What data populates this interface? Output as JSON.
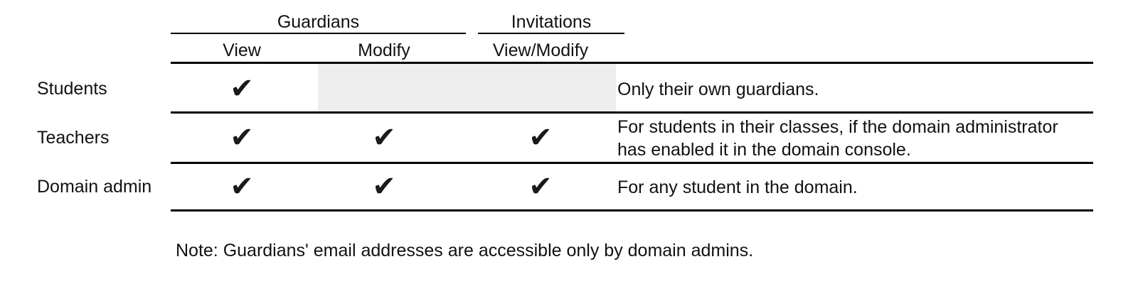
{
  "table": {
    "column_groups": [
      {
        "label": "Guardians",
        "span": 2
      },
      {
        "label": "Invitations",
        "span": 1
      },
      {
        "label": "",
        "span": 1
      }
    ],
    "sub_headers": [
      "View",
      "Modify",
      "View/Modify"
    ],
    "row_header_label": "",
    "check_glyph": "✔",
    "rows": [
      {
        "label": "Students",
        "guardians_view": "✔",
        "guardians_modify": "",
        "guardians_modify_state": "not-available",
        "invitations_view_modify": "",
        "invitations_view_modify_state": "not-available",
        "description": "Only their own guardians."
      },
      {
        "label": "Teachers",
        "guardians_view": "✔",
        "guardians_modify": "✔",
        "guardians_modify_state": "allowed",
        "invitations_view_modify": "✔",
        "invitations_view_modify_state": "allowed",
        "description": "For students in their classes, if the domain administrator has enabled it in the domain console."
      },
      {
        "label": "Domain admin",
        "guardians_view": "✔",
        "guardians_modify": "✔",
        "guardians_modify_state": "allowed",
        "invitations_view_modify": "✔",
        "invitations_view_modify_state": "allowed",
        "description": "For any student in the domain."
      }
    ]
  },
  "note": "Note: Guardians' email addresses are accessible only by domain admins.",
  "colors": {
    "rule": "#000000",
    "shaded_cell": "#eeeeee",
    "text": "#111111",
    "background": "#ffffff"
  }
}
